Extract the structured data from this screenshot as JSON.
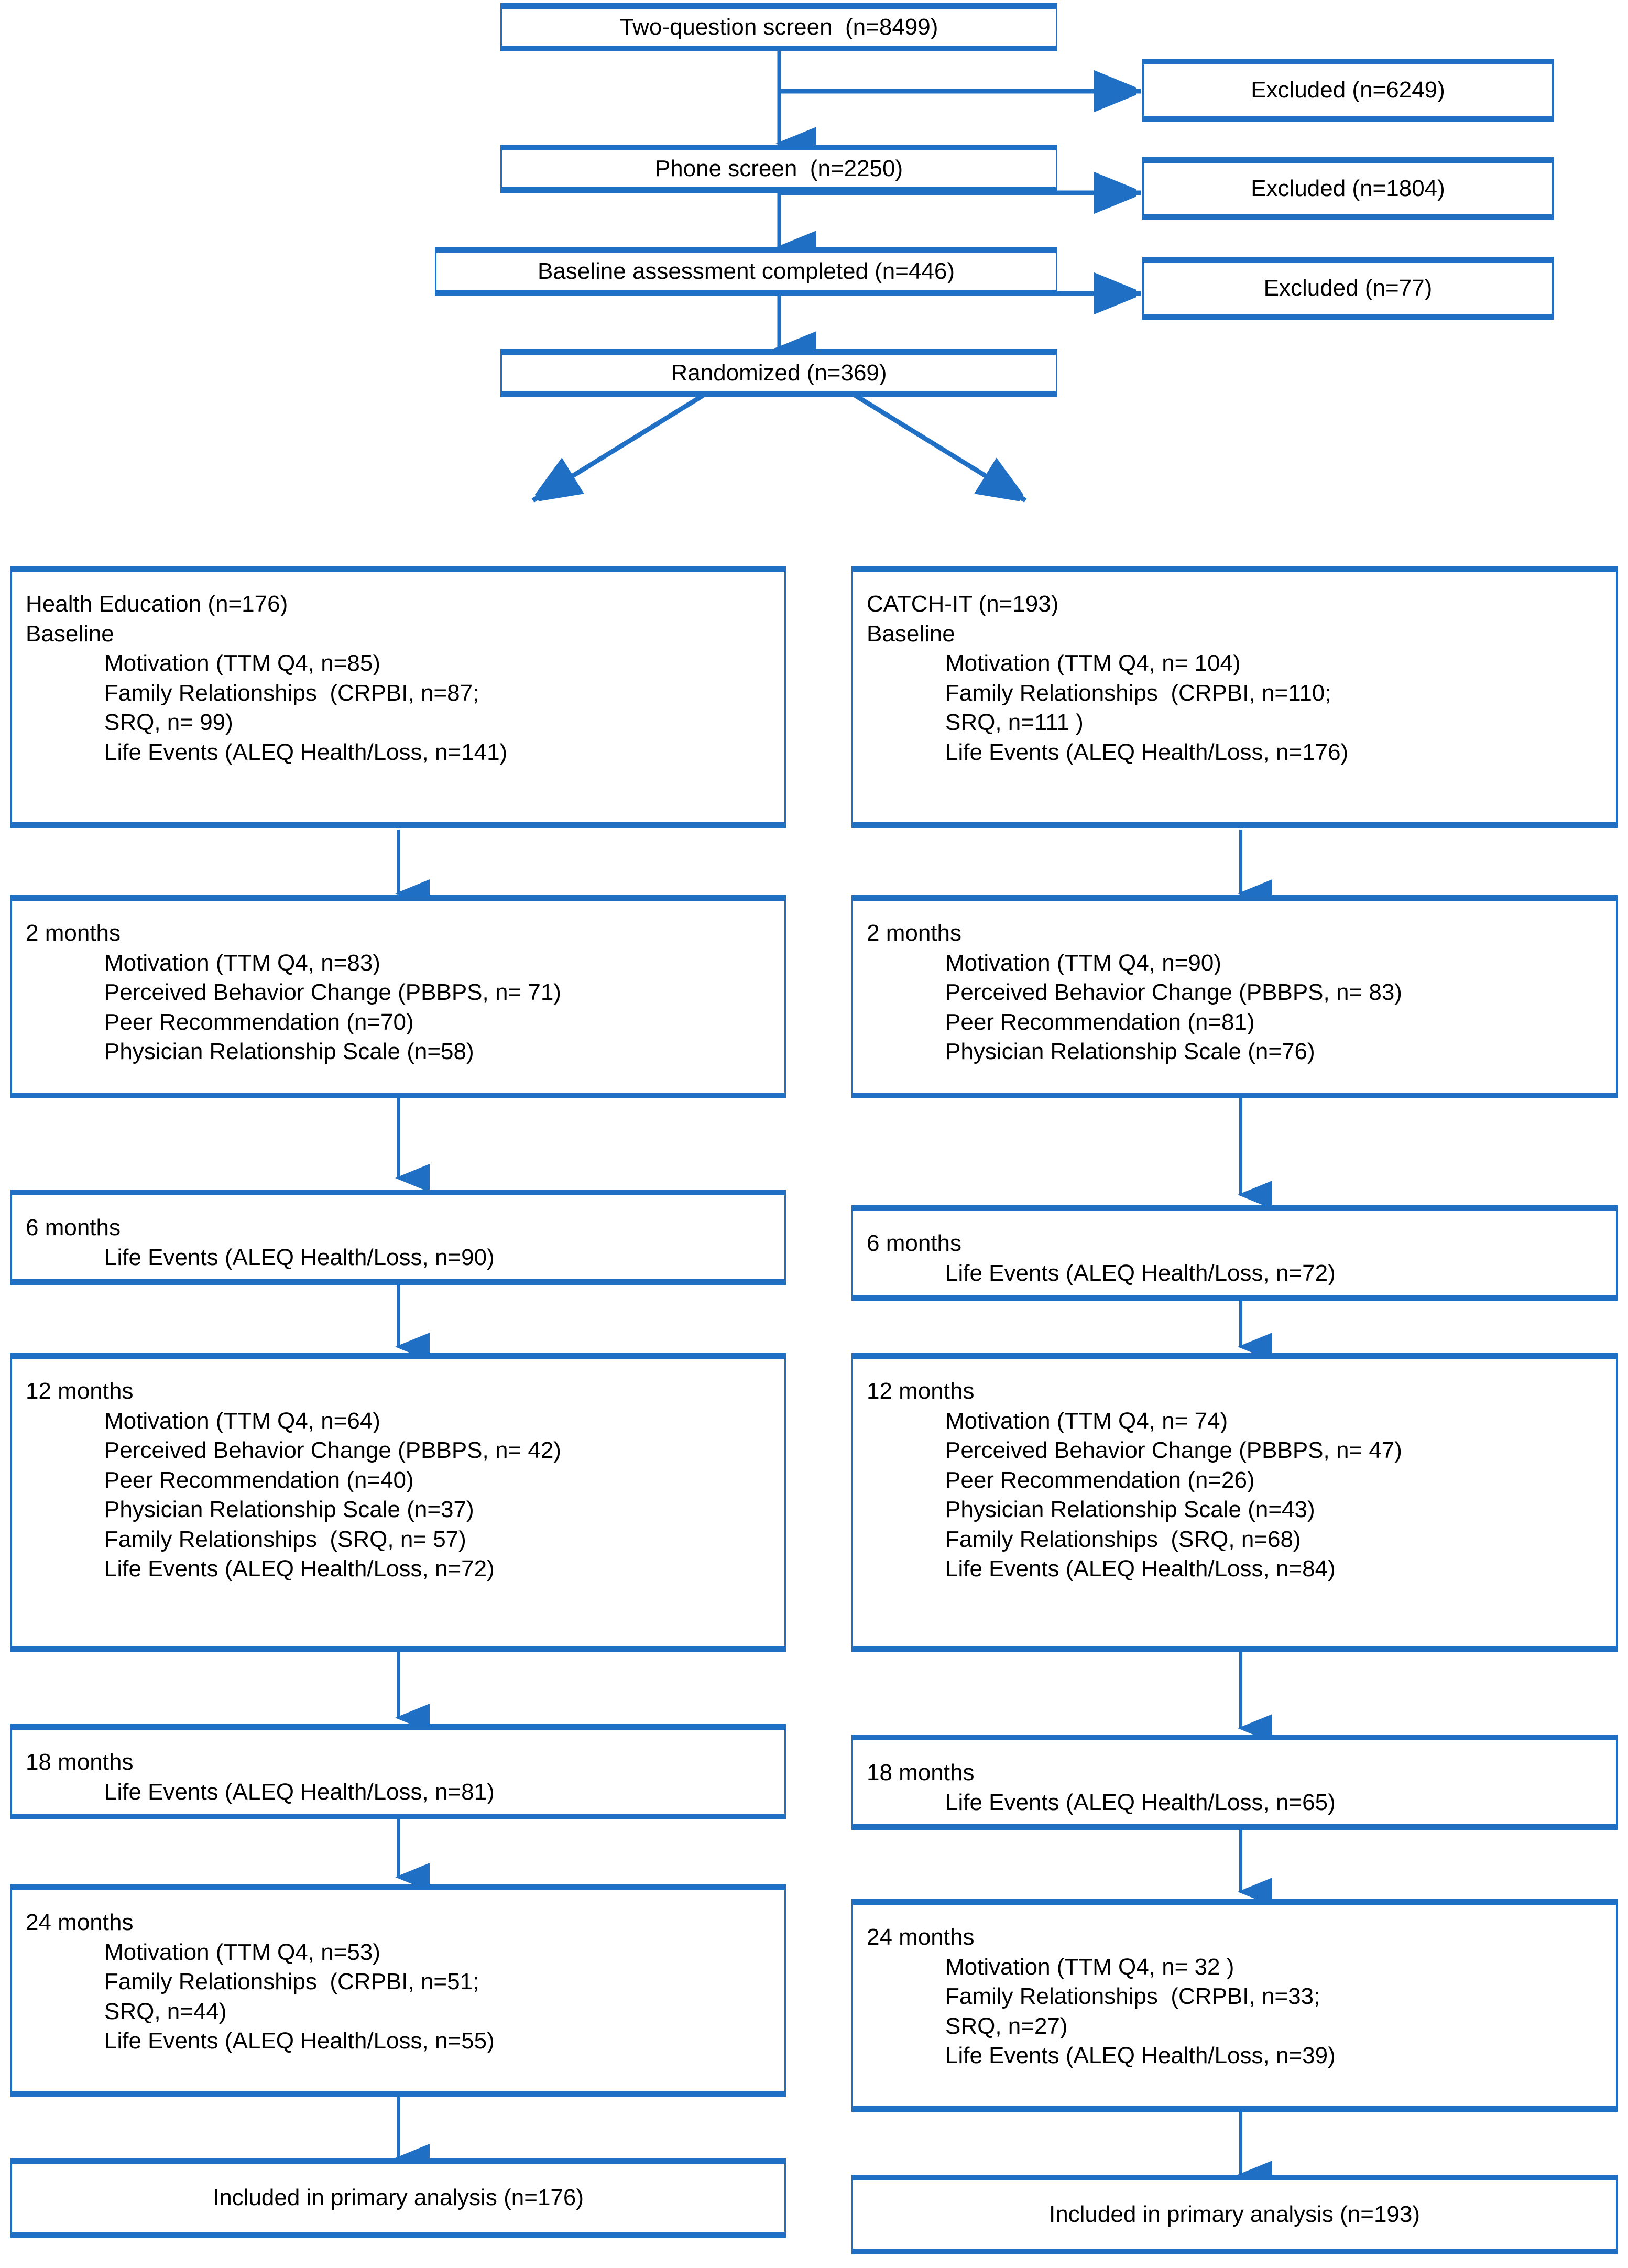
{
  "theme": {
    "accent": "#1f6fc4",
    "text": "#000000",
    "background": "#ffffff"
  },
  "diagram": {
    "type": "consort-flow-diagram",
    "enrollment": [
      {
        "id": "two-question-screen",
        "label": "Two-question screen  (n=8499)"
      },
      {
        "id": "phone-screen",
        "label": "Phone screen  (n=2250)"
      },
      {
        "id": "baseline-assessment",
        "label": "Baseline assessment completed (n=446)"
      },
      {
        "id": "randomized",
        "label": "Randomized (n=369)"
      }
    ],
    "exclusions": [
      {
        "id": "excluded-1",
        "label": "Excluded (n=6249)"
      },
      {
        "id": "excluded-2",
        "label": "Excluded (n=1804)"
      },
      {
        "id": "excluded-3",
        "label": "Excluded (n=77)"
      }
    ],
    "arms": [
      {
        "id": "health-education",
        "name": "Health Education",
        "timepoints": [
          {
            "id": "baseline",
            "lines": [
              {
                "text": "Health Education (n=176)",
                "indent": 0
              },
              {
                "text": "Baseline",
                "indent": 0
              },
              {
                "text": "Motivation (TTM Q4, n=85)",
                "indent": 1
              },
              {
                "text": "Family Relationships  (CRPBI, n=87;",
                "indent": 1
              },
              {
                "text": "SRQ, n= 99)",
                "indent": 1
              },
              {
                "text": "Life Events (ALEQ Health/Loss, n=141)",
                "indent": 1
              }
            ]
          },
          {
            "id": "2-months",
            "lines": [
              {
                "text": "2 months",
                "indent": 0
              },
              {
                "text": "Motivation (TTM Q4, n=83)",
                "indent": 1
              },
              {
                "text": "Perceived Behavior Change (PBBPS, n= 71)",
                "indent": 1
              },
              {
                "text": "Peer Recommendation (n=70)",
                "indent": 1
              },
              {
                "text": "Physician Relationship Scale (n=58)",
                "indent": 1
              }
            ]
          },
          {
            "id": "6-months",
            "lines": [
              {
                "text": "6 months",
                "indent": 0
              },
              {
                "text": "Life Events (ALEQ Health/Loss, n=90)",
                "indent": 1
              }
            ]
          },
          {
            "id": "12-months",
            "lines": [
              {
                "text": "12 months",
                "indent": 0
              },
              {
                "text": "Motivation (TTM Q4, n=64)",
                "indent": 1
              },
              {
                "text": "Perceived Behavior Change (PBBPS, n= 42)",
                "indent": 1
              },
              {
                "text": "Peer Recommendation (n=40)",
                "indent": 1
              },
              {
                "text": "Physician Relationship Scale (n=37)",
                "indent": 1
              },
              {
                "text": "Family Relationships  (SRQ, n= 57)",
                "indent": 1
              },
              {
                "text": "Life Events (ALEQ Health/Loss, n=72)",
                "indent": 1
              }
            ]
          },
          {
            "id": "18-months",
            "lines": [
              {
                "text": "18 months",
                "indent": 0
              },
              {
                "text": "Life Events (ALEQ Health/Loss, n=81)",
                "indent": 1
              }
            ]
          },
          {
            "id": "24-months",
            "lines": [
              {
                "text": "24 months",
                "indent": 0
              },
              {
                "text": "Motivation (TTM Q4, n=53)",
                "indent": 1
              },
              {
                "text": "Family Relationships  (CRPBI, n=51;",
                "indent": 1
              },
              {
                "text": "SRQ, n=44)",
                "indent": 1
              },
              {
                "text": "Life Events (ALEQ Health/Loss, n=55)",
                "indent": 1
              }
            ]
          }
        ],
        "analysis": {
          "id": "included-primary-analysis",
          "label": "Included in primary analysis (n=176)"
        }
      },
      {
        "id": "catch-it",
        "name": "CATCH-IT",
        "timepoints": [
          {
            "id": "baseline",
            "lines": [
              {
                "text": "CATCH-IT (n=193)",
                "indent": 0
              },
              {
                "text": "Baseline",
                "indent": 0
              },
              {
                "text": "Motivation (TTM Q4, n= 104)",
                "indent": 1
              },
              {
                "text": "Family Relationships  (CRPBI, n=110;",
                "indent": 1
              },
              {
                "text": "SRQ, n=111 )",
                "indent": 1
              },
              {
                "text": "Life Events (ALEQ Health/Loss, n=176)",
                "indent": 1
              }
            ]
          },
          {
            "id": "2-months",
            "lines": [
              {
                "text": "2 months",
                "indent": 0
              },
              {
                "text": "Motivation (TTM Q4, n=90)",
                "indent": 1
              },
              {
                "text": "Perceived Behavior Change (PBBPS, n= 83)",
                "indent": 1
              },
              {
                "text": "Peer Recommendation (n=81)",
                "indent": 1
              },
              {
                "text": "Physician Relationship Scale (n=76)",
                "indent": 1
              }
            ]
          },
          {
            "id": "6-months",
            "lines": [
              {
                "text": "6 months",
                "indent": 0
              },
              {
                "text": "Life Events (ALEQ Health/Loss, n=72)",
                "indent": 1
              }
            ]
          },
          {
            "id": "12-months",
            "lines": [
              {
                "text": "12 months",
                "indent": 0
              },
              {
                "text": "Motivation (TTM Q4, n= 74)",
                "indent": 1
              },
              {
                "text": "Perceived Behavior Change (PBBPS, n= 47)",
                "indent": 1
              },
              {
                "text": "Peer Recommendation (n=26)",
                "indent": 1
              },
              {
                "text": "Physician Relationship Scale (n=43)",
                "indent": 1
              },
              {
                "text": "Family Relationships  (SRQ, n=68)",
                "indent": 1
              },
              {
                "text": "Life Events (ALEQ Health/Loss, n=84)",
                "indent": 1
              }
            ]
          },
          {
            "id": "18-months",
            "lines": [
              {
                "text": "18 months",
                "indent": 0
              },
              {
                "text": "Life Events (ALEQ Health/Loss, n=65)",
                "indent": 1
              }
            ]
          },
          {
            "id": "24-months",
            "lines": [
              {
                "text": "24 months",
                "indent": 0
              },
              {
                "text": "Motivation (TTM Q4, n= 32 )",
                "indent": 1
              },
              {
                "text": "Family Relationships  (CRPBI, n=33;",
                "indent": 1
              },
              {
                "text": "SRQ, n=27)",
                "indent": 1
              },
              {
                "text": "Life Events (ALEQ Health/Loss, n=39)",
                "indent": 1
              }
            ]
          }
        ],
        "analysis": {
          "id": "included-primary-analysis",
          "label": "Included in primary analysis (n=193)"
        }
      }
    ]
  }
}
